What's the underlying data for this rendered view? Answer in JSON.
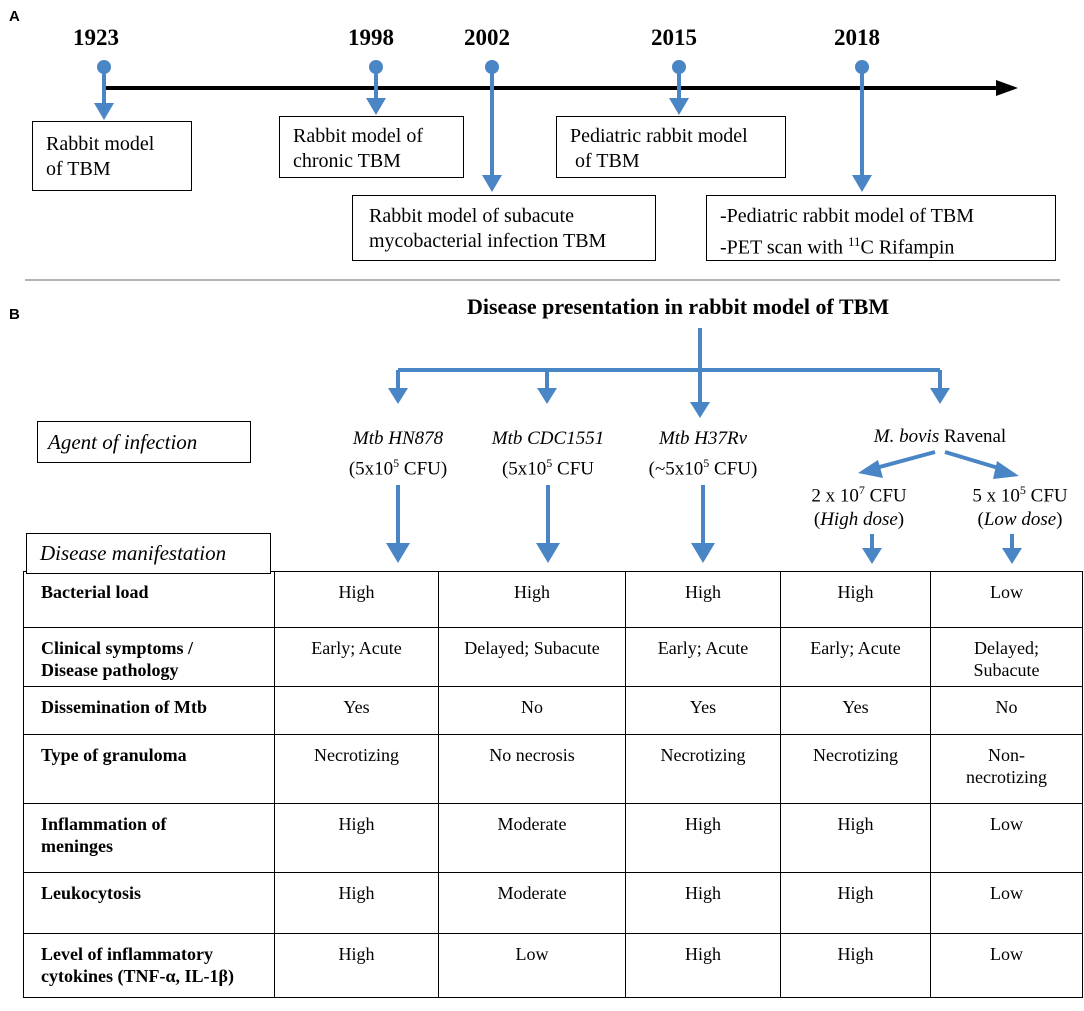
{
  "panel_a": {
    "label": "A",
    "events": [
      {
        "year": "1923",
        "lines": [
          "Rabbit model",
          "of TBM"
        ]
      },
      {
        "year": "1998",
        "lines": [
          "Rabbit model of",
          "chronic TBM"
        ]
      },
      {
        "year": "2002",
        "lines": [
          "Rabbit model of subacute",
          "mycobacterial infection TBM"
        ]
      },
      {
        "year": "2015",
        "lines": [
          "Pediatric rabbit model",
          " of TBM"
        ]
      },
      {
        "year": "2018",
        "line1": "-Pediatric rabbit model of TBM",
        "line2_pre": "-PET scan with ",
        "line2_sup": "11",
        "line2_post": "C Rifampin"
      }
    ]
  },
  "panel_b": {
    "label": "B",
    "title": "Disease presentation in rabbit model of TBM",
    "agent_box": "Agent of infection",
    "manifestation_box": "Disease manifestation",
    "agents": [
      {
        "name": "Mtb HN878",
        "dose_pre": "(5x10",
        "dose_sup": "5",
        "dose_post": " CFU)"
      },
      {
        "name": "Mtb CDC1551",
        "dose_pre": "(5x10",
        "dose_sup": "5",
        "dose_post": " CFU"
      },
      {
        "name": "Mtb H37Rv",
        "dose_pre": "(~5x10",
        "dose_sup": "5",
        "dose_post": " CFU)"
      }
    ],
    "bovis": {
      "name_italic": "M. bovis",
      "name_rest": " Ravenal",
      "high": {
        "dose_pre": "2 x 10",
        "dose_sup": "7",
        "dose_post": " CFU",
        "note": "High dose"
      },
      "low": {
        "dose_pre": "5 x 10",
        "dose_sup": "5",
        "dose_post": " CFU",
        "note": "Low dose"
      }
    },
    "rows": [
      {
        "label": [
          "Bacterial load"
        ],
        "values": [
          [
            "High"
          ],
          [
            "High"
          ],
          [
            "High"
          ],
          [
            "High"
          ],
          [
            "Low"
          ]
        ]
      },
      {
        "label": [
          "Clinical symptoms /",
          "Disease pathology"
        ],
        "values": [
          [
            "Early; Acute"
          ],
          [
            "Delayed; Subacute"
          ],
          [
            "Early; Acute"
          ],
          [
            "Early; Acute"
          ],
          [
            "Delayed;",
            "Subacute"
          ]
        ]
      },
      {
        "label": [
          "Dissemination of Mtb"
        ],
        "values": [
          [
            "Yes"
          ],
          [
            "No"
          ],
          [
            "Yes"
          ],
          [
            "Yes"
          ],
          [
            "No"
          ]
        ]
      },
      {
        "label": [
          "Type of granuloma"
        ],
        "values": [
          [
            "Necrotizing"
          ],
          [
            "No necrosis"
          ],
          [
            "Necrotizing"
          ],
          [
            "Necrotizing"
          ],
          [
            "Non-",
            "necrotizing"
          ]
        ]
      },
      {
        "label": [
          "Inflammation of",
          "meninges"
        ],
        "values": [
          [
            "High"
          ],
          [
            "Moderate"
          ],
          [
            "High"
          ],
          [
            "High"
          ],
          [
            "Low"
          ]
        ]
      },
      {
        "label": [
          "Leukocytosis"
        ],
        "values": [
          [
            "High"
          ],
          [
            "Moderate"
          ],
          [
            "High"
          ],
          [
            "High"
          ],
          [
            "Low"
          ]
        ]
      },
      {
        "label": [
          "Level of inflammatory",
          "cytokines (TNF-α, IL-1β)"
        ],
        "values": [
          [
            "High"
          ],
          [
            "Low"
          ],
          [
            "High"
          ],
          [
            "High"
          ],
          [
            "Low"
          ]
        ]
      }
    ]
  },
  "colors": {
    "arrow": "#4a86c5",
    "timeline": "#000000",
    "divider": "#9a9a9a"
  }
}
